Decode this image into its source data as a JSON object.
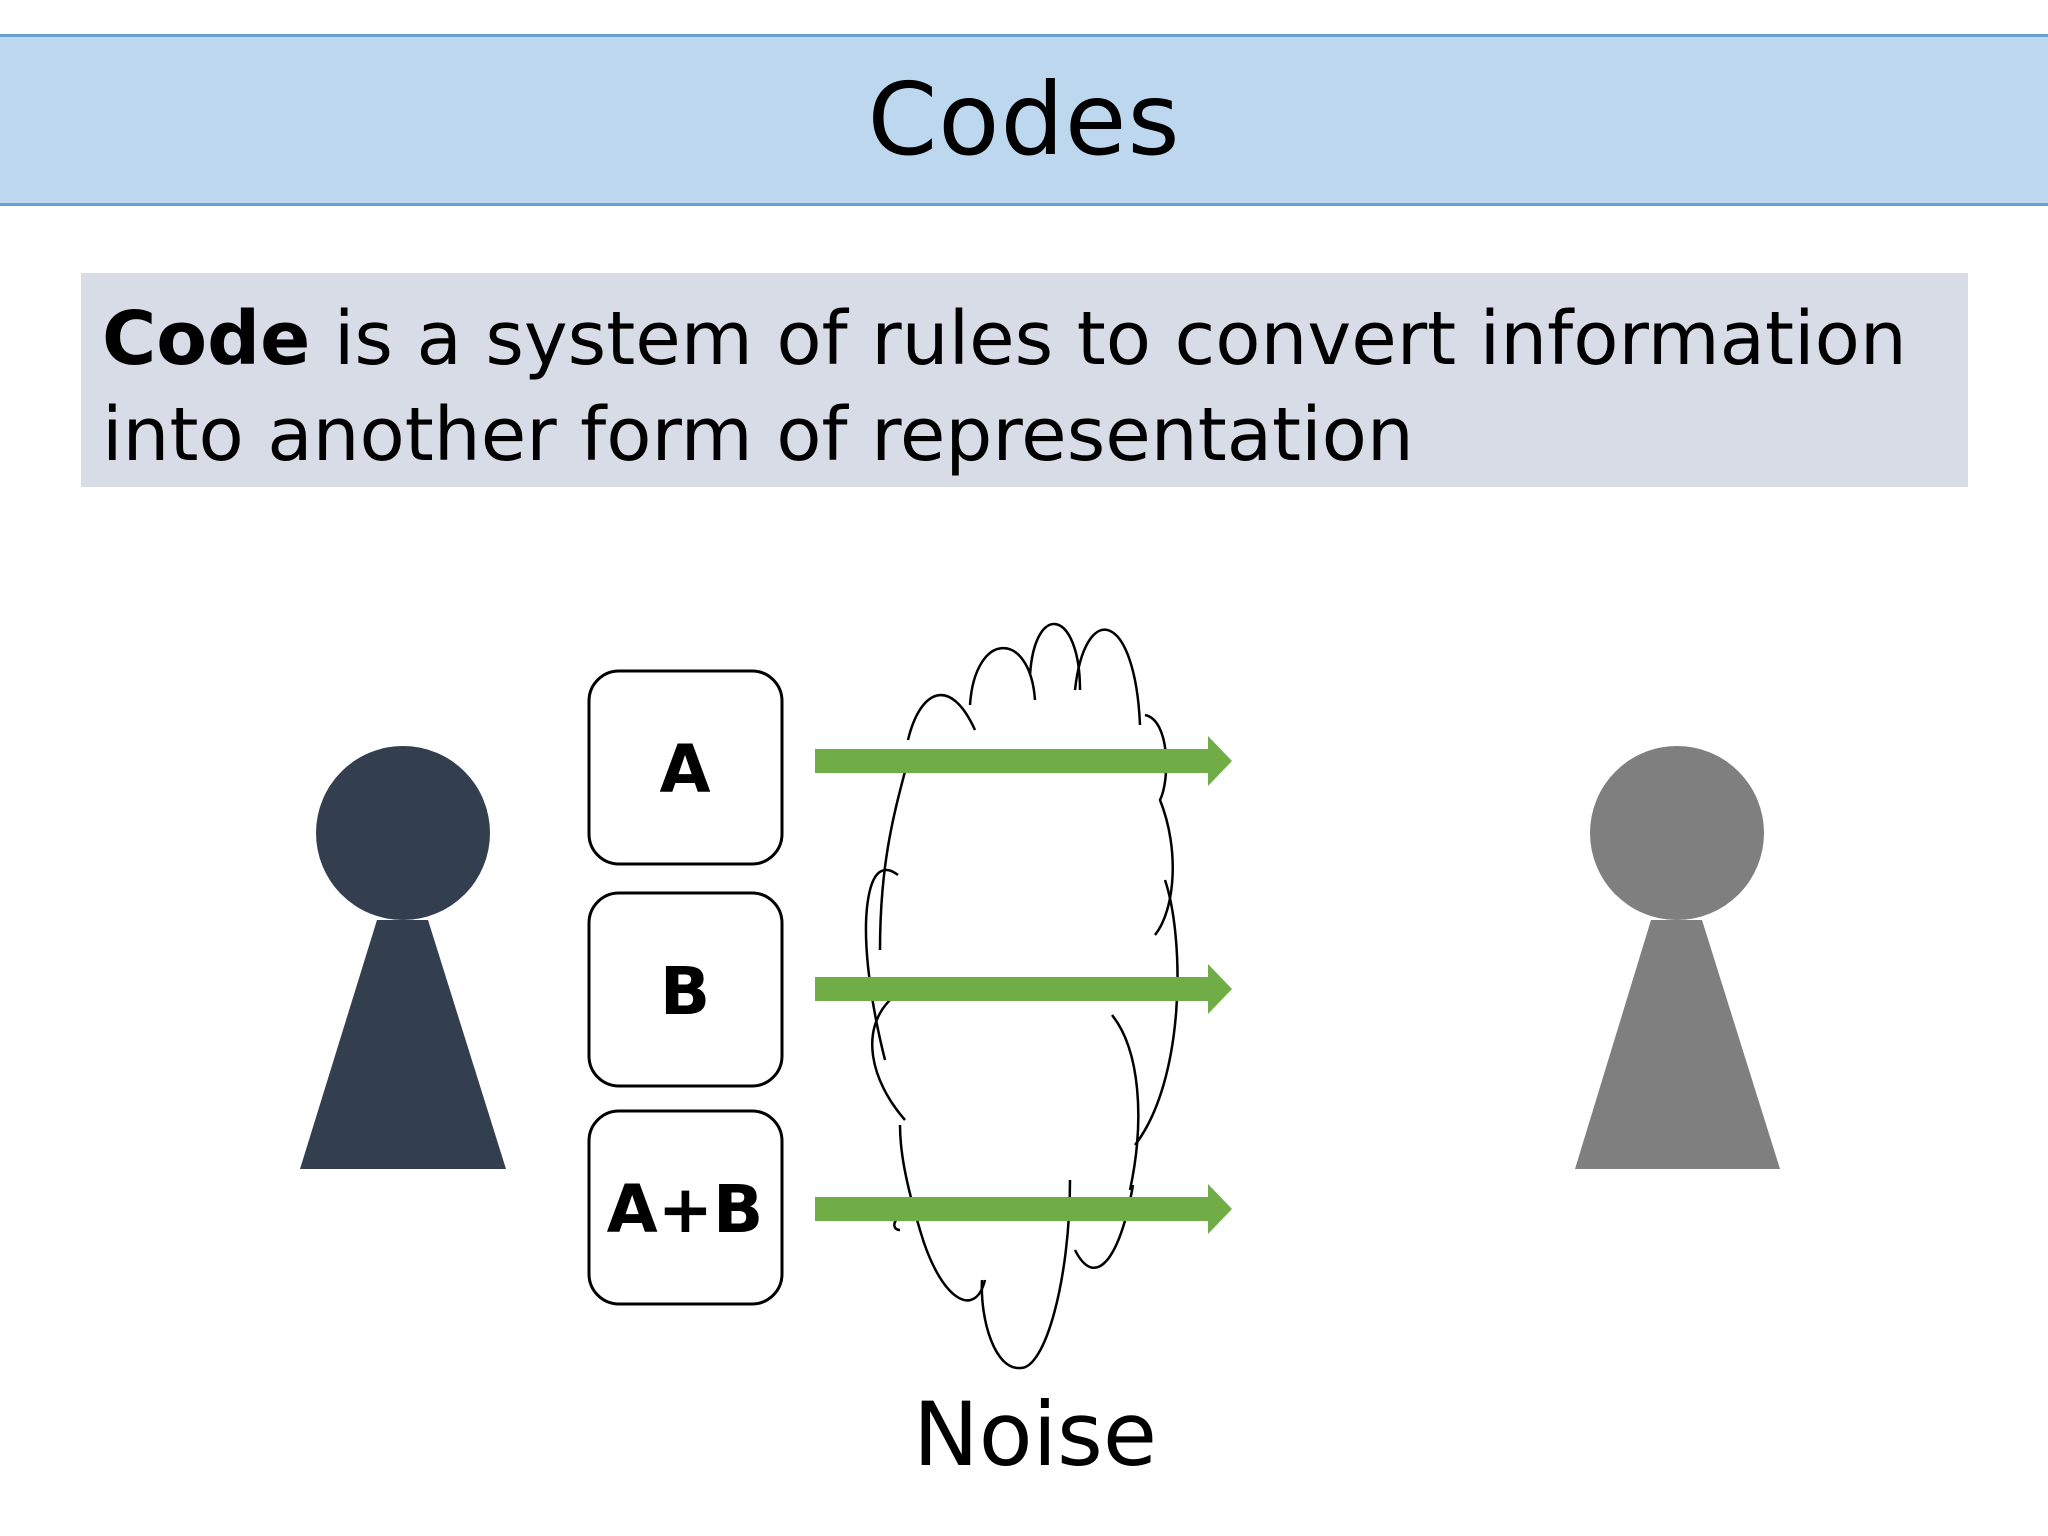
{
  "slide": {
    "title": "Codes",
    "definition": {
      "term": "Code",
      "rest": " is a system of rules to convert information into another form of representation"
    }
  },
  "diagram": {
    "codes": [
      "A",
      "B",
      "A+B"
    ],
    "noise_label": "Noise",
    "colors": {
      "sender": "#333f4f",
      "receiver": "#7f7f7f",
      "arrow": "#70ad47",
      "title_bar": "#bdd7ee",
      "definition_box": "#d8dce6"
    }
  }
}
